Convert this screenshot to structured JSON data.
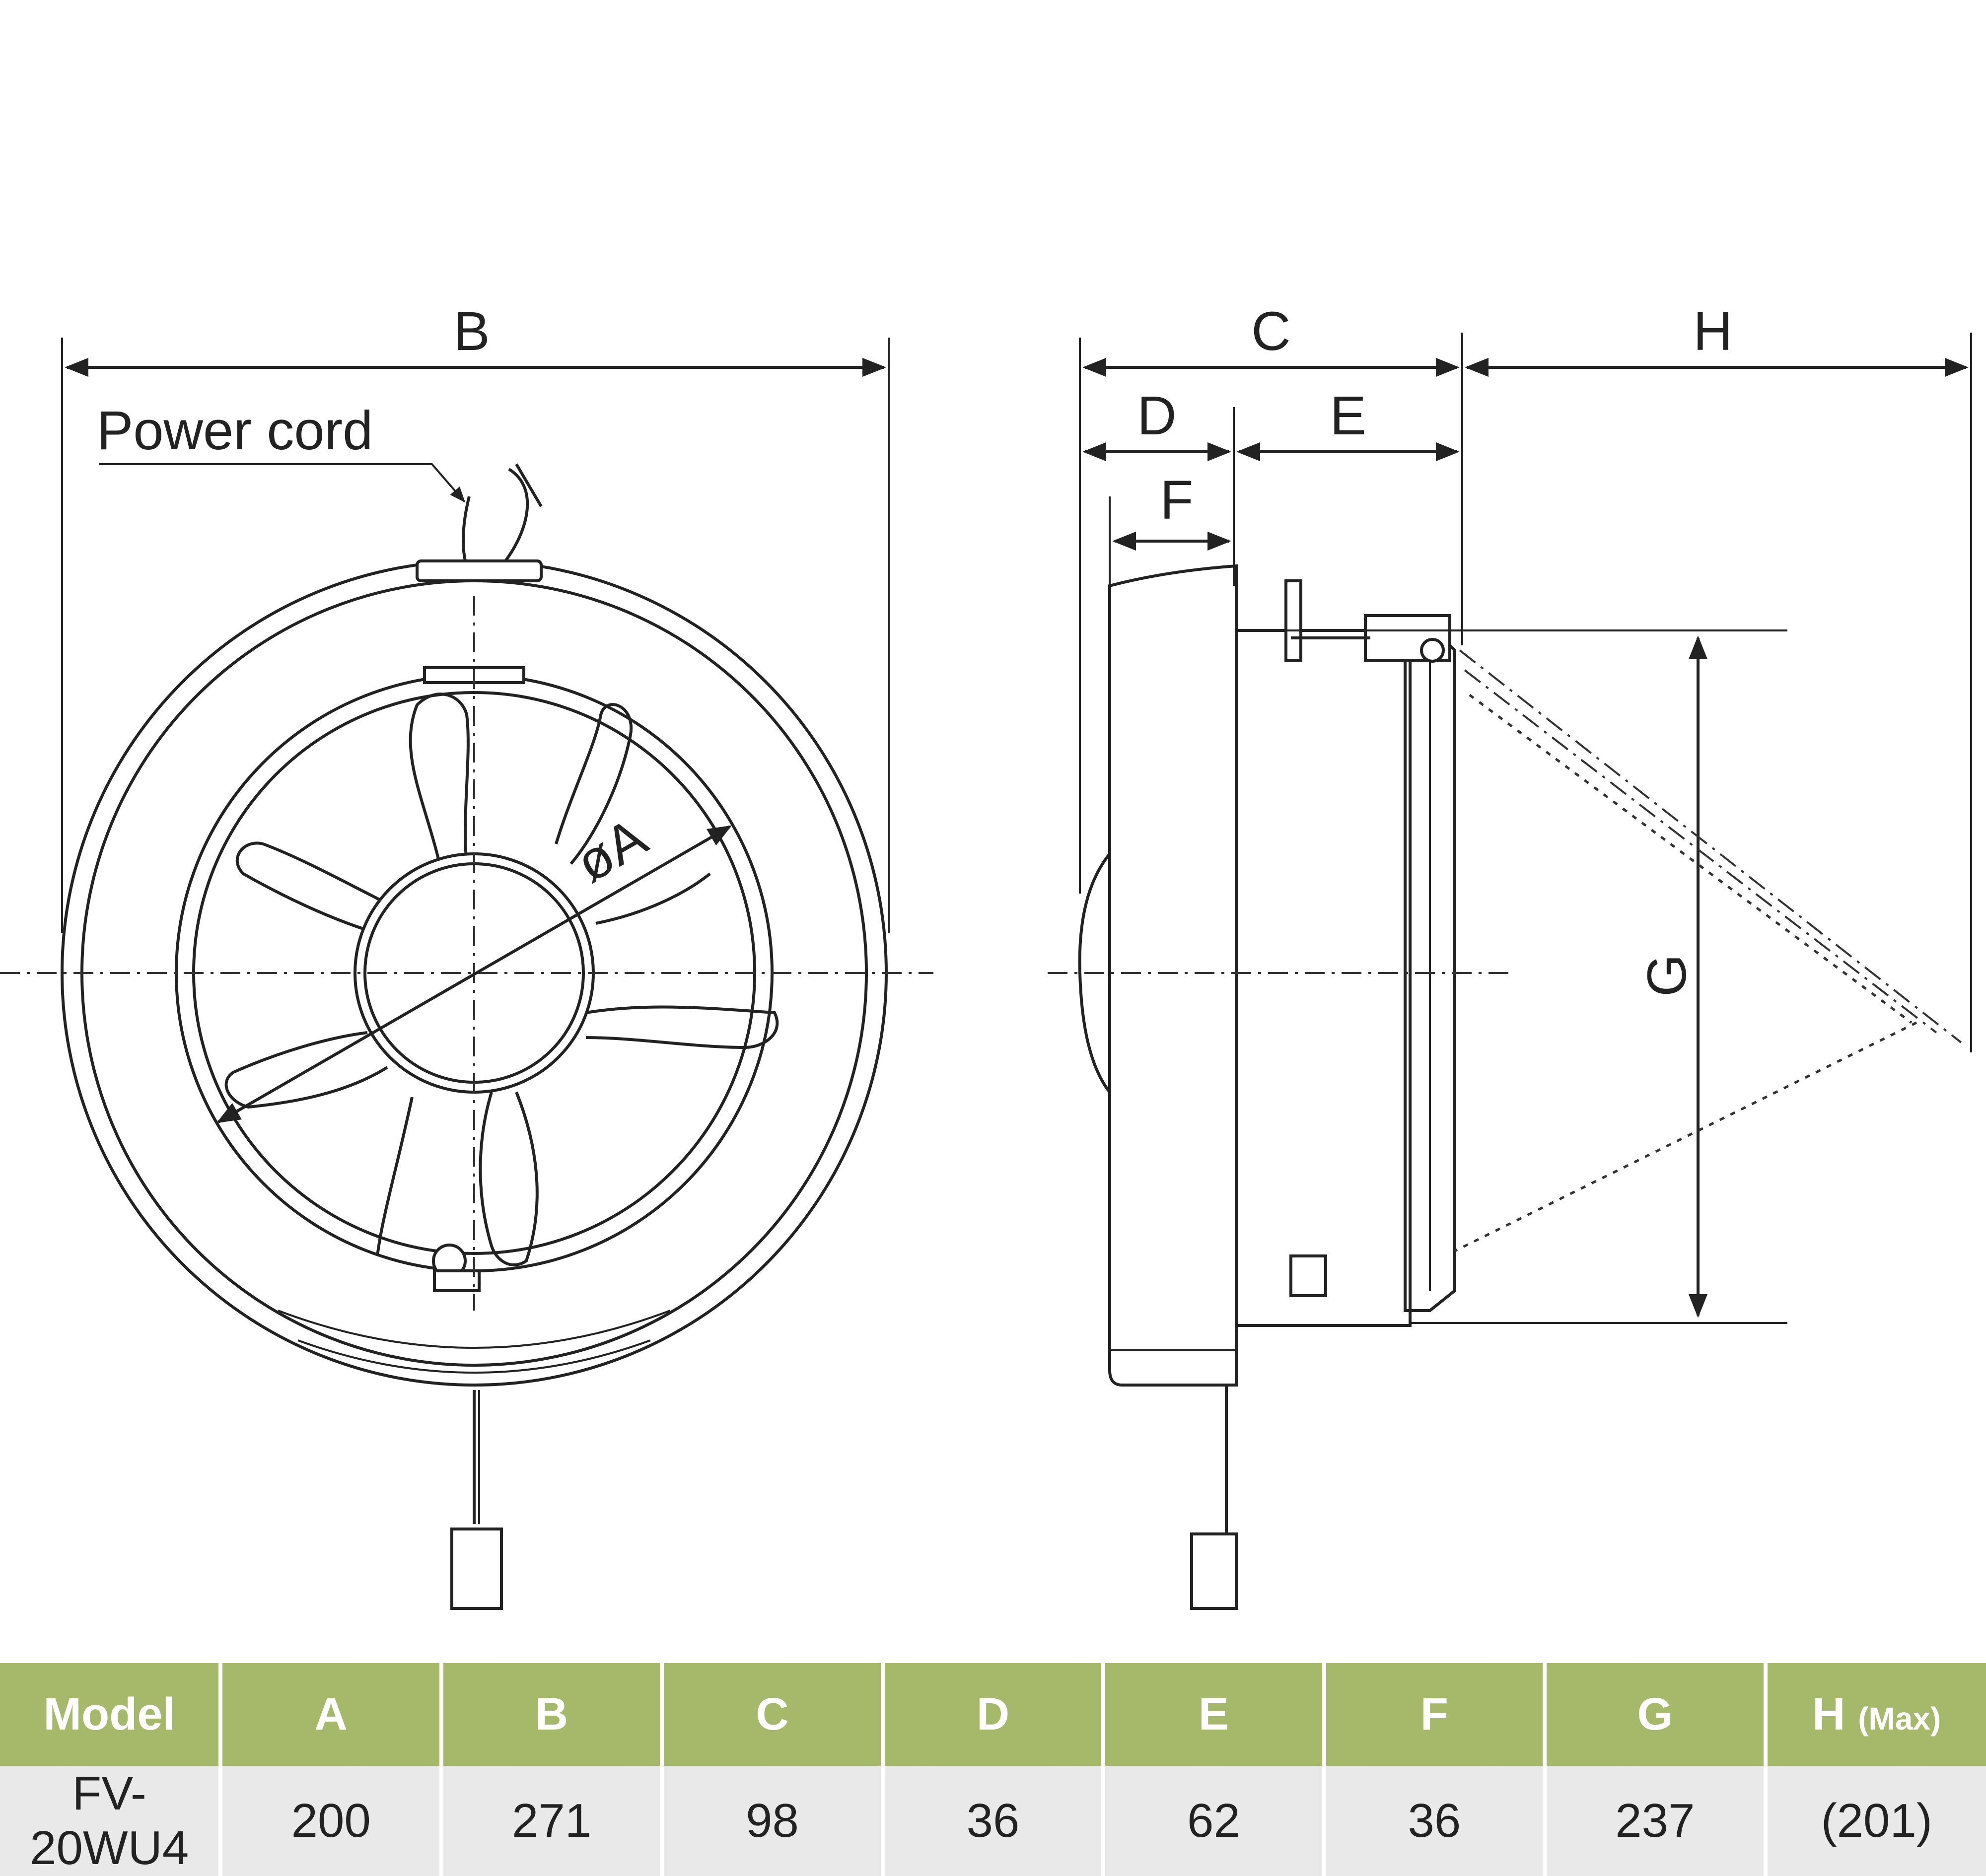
{
  "labels": {
    "B": "B",
    "C": "C",
    "D": "D",
    "E": "E",
    "F": "F",
    "G": "G",
    "H": "H",
    "phiA": "øA",
    "power_cord": "Power cord"
  },
  "table": {
    "headers": [
      {
        "main": "Model",
        "sub": ""
      },
      {
        "main": "A",
        "sub": ""
      },
      {
        "main": "B",
        "sub": ""
      },
      {
        "main": "C",
        "sub": ""
      },
      {
        "main": "D",
        "sub": ""
      },
      {
        "main": "E",
        "sub": ""
      },
      {
        "main": "F",
        "sub": ""
      },
      {
        "main": "G",
        "sub": ""
      },
      {
        "main": "H",
        "sub": "(Max)"
      }
    ],
    "rows": [
      [
        "FV-20WU4",
        "200",
        "271",
        "98",
        "36",
        "62",
        "36",
        "237",
        "(201)"
      ]
    ]
  },
  "colors": {
    "header_bg": "#a6b96a",
    "row_bg": "#e9e9e9",
    "line": "#222222"
  }
}
